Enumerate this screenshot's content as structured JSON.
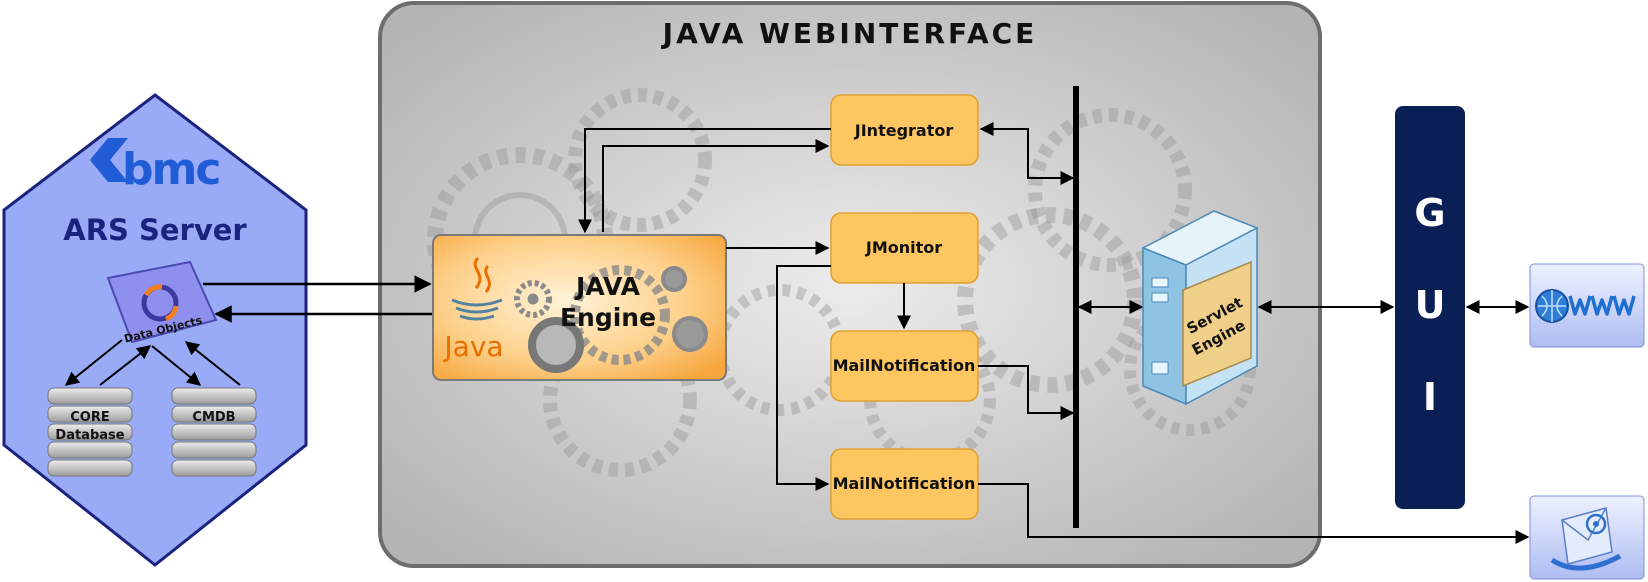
{
  "main_panel": {
    "title": "JAVA WEBINTERFACE"
  },
  "ars": {
    "brand": "bmc",
    "title": "ARS Server",
    "data_objects_text": "Data Objects"
  },
  "databases": [
    {
      "lines": [
        "CORE",
        "Database"
      ]
    },
    {
      "lines": [
        "CMDB"
      ]
    }
  ],
  "engine": {
    "line1": "JAVA",
    "line2": "Engine",
    "logo_text": "Java"
  },
  "modules": {
    "jintegrator": "JIntegrator",
    "jmonitor": "JMonitor",
    "mailnotification_1": "MailNotification",
    "mailnotification_2": "MailNotification"
  },
  "servlet": {
    "line1": "Servlet",
    "line2": "Engine"
  },
  "gui": {
    "letters": [
      "G",
      "U",
      "I"
    ]
  },
  "endpoints": {
    "web_icon": "www-globe-icon",
    "mail_icon": "email-envelope-icon"
  },
  "colors": {
    "hexagon": "#99aaf7",
    "hexagon_border": "#1a237e",
    "module_fill": "#fdc660",
    "module_border": "#e0a030",
    "gui_bar": "#0a1f55",
    "panel": "#c8c8c8"
  }
}
